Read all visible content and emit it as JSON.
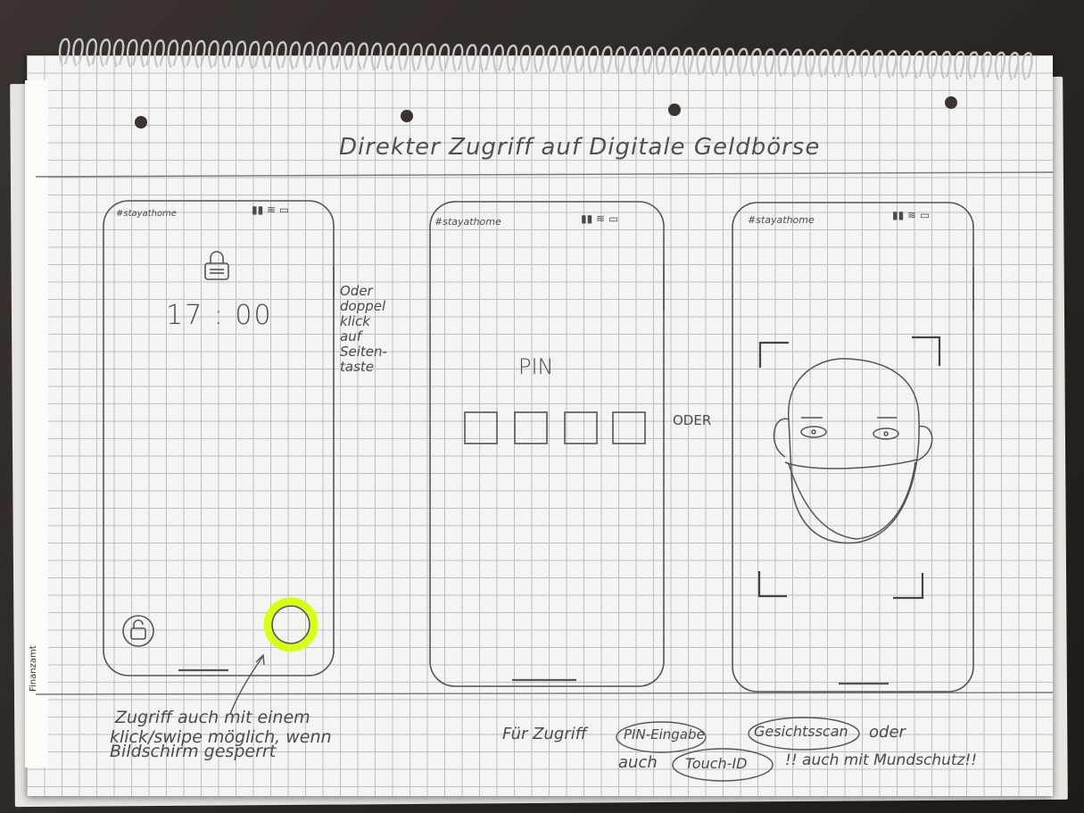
{
  "title": "Direkter Zugriff auf Digitale Geldbörse",
  "side_strip_text": "Finanzamt",
  "screen1": {
    "status_text": "#stayathome",
    "time": "17 : 00",
    "side_note": [
      "Oder",
      "doppel",
      "klick",
      "auf",
      "Seiten-",
      "taste"
    ],
    "bottom_note": [
      "Zugriff auch mit einem",
      "klick/swipe möglich, wenn",
      "Bildschirm gesperrt"
    ]
  },
  "screen2": {
    "status_text": "#stayathome",
    "pin_label": "PIN"
  },
  "or_label": "ODER",
  "screen3": {
    "status_text": "#stayathome"
  },
  "footer_note": {
    "line1_prefix": "Für Zugriff",
    "pin_entry": "PIN-Eingabe",
    "face_scan": "Gesichtsscan",
    "line1_suffix": "oder",
    "line2_prefix": "auch",
    "touch_id": "Touch-ID",
    "line2_suffix": "!! auch mit Mundschutz!!"
  },
  "colors": {
    "highlight": "#d8ff1a",
    "pencil": "#4a4a4a",
    "paper": "#f4f4f3"
  }
}
